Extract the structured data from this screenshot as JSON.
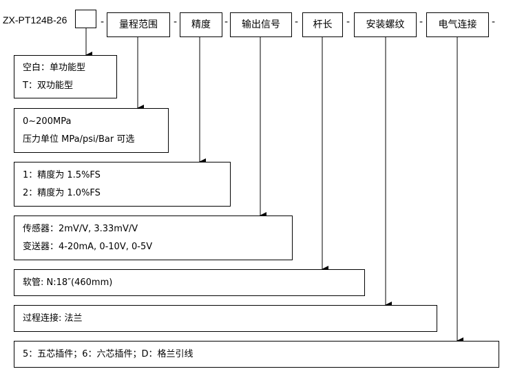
{
  "model_code": "ZX-PT124B-26",
  "separator": "-",
  "headers": {
    "range": "量程范围",
    "accuracy": "精度",
    "output": "输出信号",
    "rod": "杆长",
    "thread": "安装螺纹",
    "connector": "电气连接"
  },
  "options": {
    "function": {
      "line1": "空白：单功能型",
      "line2": "T：双功能型"
    },
    "range": {
      "line1": "0~200MPa",
      "line2": "压力单位 MPa/psi/Bar 可选"
    },
    "accuracy": {
      "line1": "1：精度为 1.5%FS",
      "line2": "2：精度为 1.0%FS"
    },
    "output": {
      "line1": "传感器：2mV/V, 3.33mV/V",
      "line2": "变送器：4-20mA, 0-10V, 0-5V"
    },
    "rod": {
      "line1": "软管: N:18″(460mm)"
    },
    "thread": {
      "line1": "过程连接: 法兰"
    },
    "connector": {
      "line1": "5：五芯插件；6：六芯插件；D：格兰引线"
    }
  }
}
